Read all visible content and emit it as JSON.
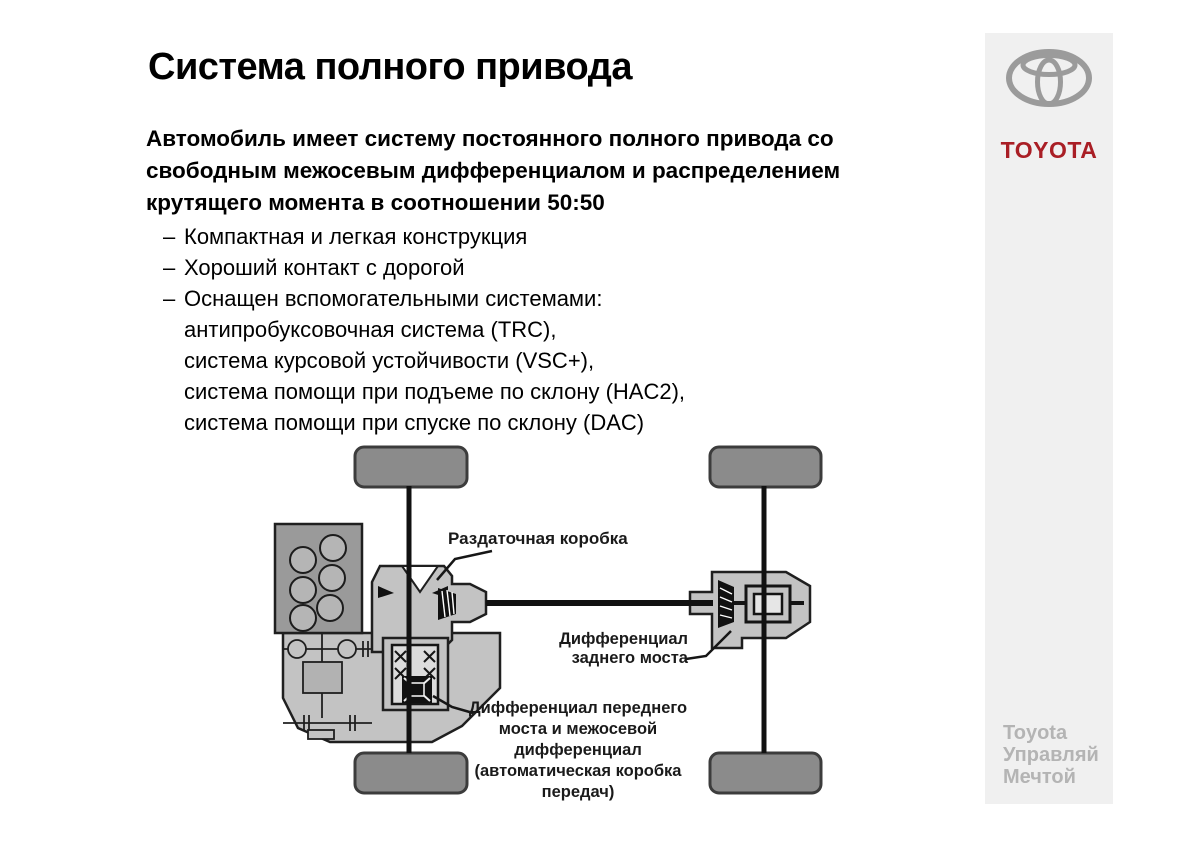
{
  "content": {
    "title": "Система полного привода",
    "intro": "Автомобиль имеет систему постоянного полного привода со свободным межосевым дифференциалом и распределением крутящего момента в соотношении 50:50",
    "bullet_dash": "–",
    "bullets": [
      "Компактная и легкая конструкция",
      "Хороший контакт с дорогой",
      "Оснащен вспомогательными системами:"
    ],
    "sub_bullets": [
      "антипробуксовочная система (TRC),",
      "система курсовой устойчивости (VSC+),",
      "система помощи при подъеме по склону (HAC2),",
      "система помощи при спуске по склону (DAC)"
    ]
  },
  "diagram": {
    "transfer_case_label": "Раздаточная коробка",
    "rear_diff_label": [
      "Дифференциал",
      "заднего моста"
    ],
    "front_diff_label": [
      "Дифференциал переднего",
      "моста и межосевой",
      "дифференциал",
      "(автоматическая коробка",
      "передач)"
    ]
  },
  "sidebar": {
    "wordmark": "TOYOTA",
    "tagline": [
      "Toyota",
      "Управляй",
      "Мечтой"
    ]
  },
  "colors": {
    "brand_red": "#a91e25",
    "sidebar_bg": "#f0f0f0",
    "housing_gray": "#c3c3c3",
    "engine_gray": "#9a9a9a",
    "wheel_gray": "#8b8b8b",
    "tagline_gray": "#b4b4b4"
  }
}
